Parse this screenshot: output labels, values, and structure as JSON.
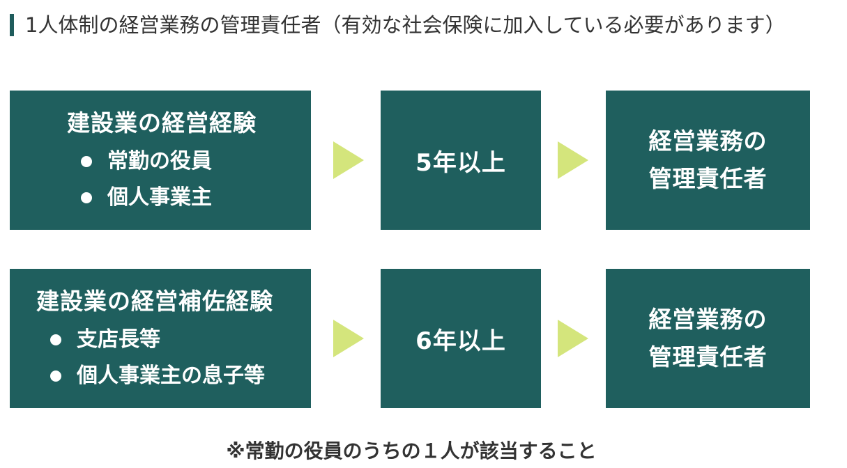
{
  "heading": "1人体制の経営業務の管理責任者（有効な社会保険に加入している必要があります）",
  "rows": [
    {
      "left_title": "建設業の経営経験",
      "bullets": [
        "常勤の役員",
        "個人事業主"
      ],
      "period": "5年以上",
      "result_line1": "経営業務の",
      "result_line2": "管理責任者"
    },
    {
      "left_title": "建設業の経営補佐経験",
      "bullets": [
        "支店長等",
        "個人事業主の息子等"
      ],
      "period": "6年以上",
      "result_line1": "経営業務の",
      "result_line2": "管理責任者"
    }
  ],
  "footnote": "※常勤の役員のうちの１人が該当すること",
  "colors": {
    "box": "#1f5f5e",
    "arrow": "#d4e57c",
    "accent_bar": "#1f5c5c"
  }
}
